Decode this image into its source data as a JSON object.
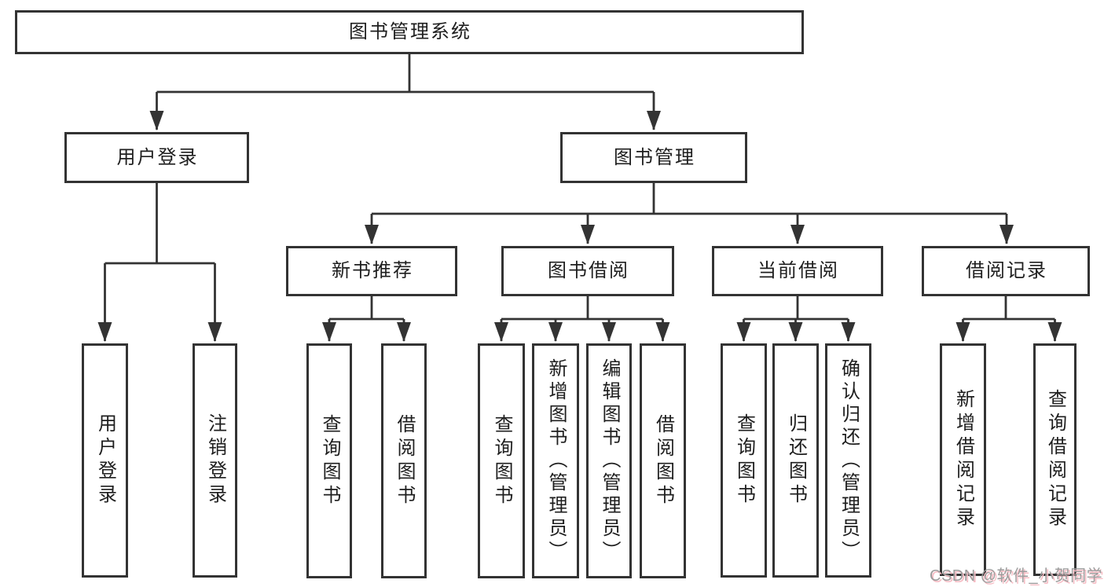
{
  "diagram": {
    "title": "图书管理系统",
    "root": {
      "label": "图书管理系统"
    },
    "level2": [
      {
        "label": "用户登录"
      },
      {
        "label": "图书管理"
      }
    ],
    "level3": [
      {
        "label": "新书推荐"
      },
      {
        "label": "图书借阅"
      },
      {
        "label": "当前借阅"
      },
      {
        "label": "借阅记录"
      }
    ],
    "leaves": {
      "user_login": [
        "用户登录",
        "注销登录"
      ],
      "new_book": [
        "查询图书",
        "借阅图书"
      ],
      "book_borrow": [
        "查询图书",
        "新增图书（管理员）",
        "编辑图书（管理员）",
        "借阅图书"
      ],
      "current_borrow": [
        "查询图书",
        "归还图书",
        "确认归还（管理员）"
      ],
      "borrow_record": [
        "新增借阅记录",
        "查询借阅记录"
      ]
    },
    "colors": {
      "line": "#333333",
      "text": "#1e1e1e",
      "background": "#ffffff"
    }
  },
  "watermark": {
    "text": "CSDN @软件_小贺同学",
    "color": "#9c9c9c",
    "shadow_color": "#f6bcc4"
  }
}
